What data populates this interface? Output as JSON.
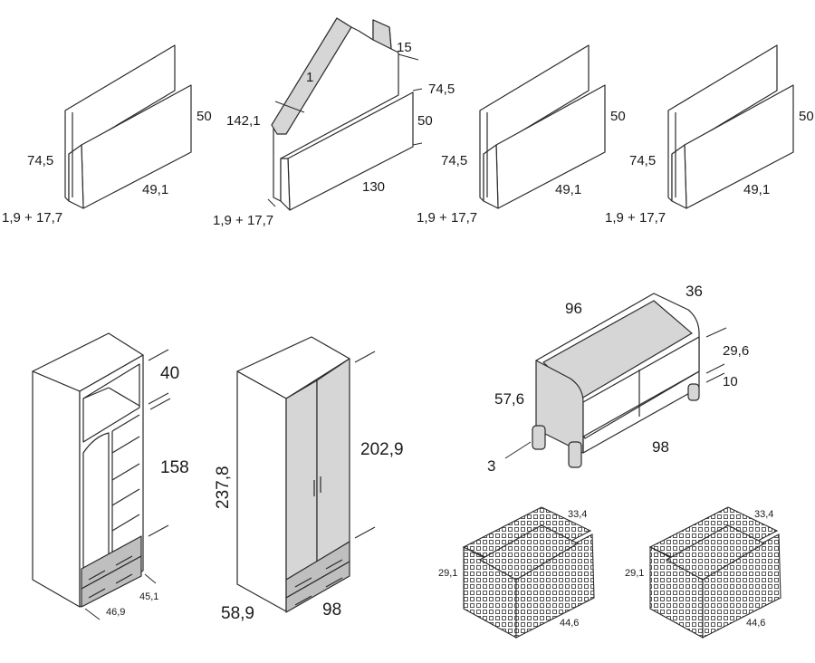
{
  "headboard_1": {
    "height": "74,5",
    "panel_height": "50",
    "width": "49,1",
    "thickness": "1,9 + 17,7"
  },
  "headboard_house": {
    "height": "142,1",
    "roof": "1",
    "chimney": "15",
    "height_right": "74,5",
    "panel_height": "50",
    "width": "130",
    "thickness": "1,9 + 17,7"
  },
  "headboard_3": {
    "height": "74,5",
    "panel_height": "50",
    "width": "49,1",
    "thickness": "1,9 + 17,7"
  },
  "headboard_4": {
    "height": "74,5",
    "panel_height": "50",
    "width": "49,1",
    "thickness": "1,9 + 17,7"
  },
  "wardrobe_open": {
    "top": "40",
    "middle": "158",
    "width": "45,1",
    "depth": "46,9"
  },
  "wardrobe_closed": {
    "height": "237,8",
    "door_height": "202,9",
    "depth": "58,9",
    "width": "98"
  },
  "bench": {
    "width": "96",
    "depth": "36",
    "panel_height": "29,6",
    "leg": "10",
    "height": "57,6",
    "foot": "3",
    "length": "98"
  },
  "basket_1": {
    "top": "33,4",
    "height": "29,1",
    "length": "44,6"
  },
  "basket_2": {
    "top": "33,4",
    "height": "29,1",
    "length": "44,6"
  }
}
